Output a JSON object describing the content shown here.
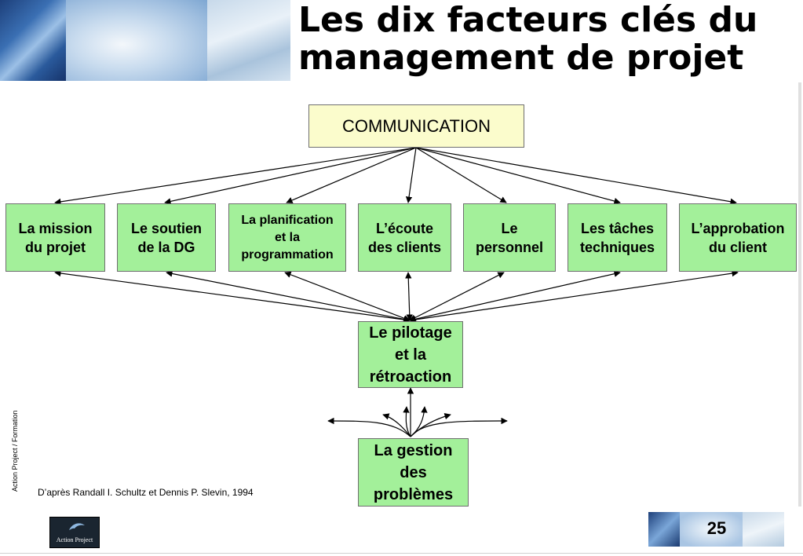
{
  "title": "Les dix facteurs clés du management de projet",
  "nodes": {
    "communication": "COMMUNICATION",
    "mission": "La mission\ndu projet",
    "soutien": "Le soutien\nde la DG",
    "planification": "La planification\net la\nprogrammation",
    "ecoute": "L’écoute\ndes clients",
    "personnel": "Le\npersonnel",
    "taches": "Les tâches\ntechniques",
    "approbation": "L’approbation\ndu client",
    "pilotage": "Le pilotage\net la\nrétroaction",
    "gestion": "La gestion\ndes\nproblèmes"
  },
  "source": "D’après Randall I. Schultz et Dennis P. Slevin, 1994",
  "side_label": "Action Project /   Formation",
  "logo_text": "Action Project",
  "page_number": "25",
  "colors": {
    "box_fill": "#a3f09a",
    "comm_fill": "#fbfccc"
  }
}
